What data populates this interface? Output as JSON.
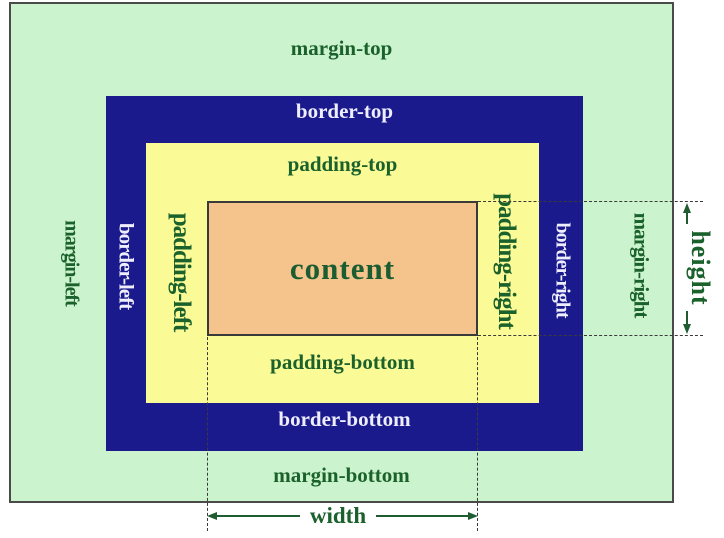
{
  "box_model": {
    "margin": {
      "color": "#cbf3cd",
      "top_label": "margin-top",
      "bottom_label": "margin-bottom",
      "left_label": "margin-left",
      "right_label": "margin-right"
    },
    "border": {
      "color": "#1a1a8c",
      "top_label": "border-top",
      "bottom_label": "border-bottom",
      "left_label": "border-left",
      "right_label": "border-right"
    },
    "padding": {
      "color": "#fafa96",
      "top_label": "padding-top",
      "bottom_label": "padding-bottom",
      "left_label": "padding-left",
      "right_label": "padding-right"
    },
    "content": {
      "color": "#f5c48c",
      "label": "content"
    }
  },
  "measurements": {
    "width_label": "width",
    "height_label": "height"
  },
  "colors": {
    "label_green": "#1b612c",
    "border_label_text": "#eeeeff",
    "dash_line": "#3a3a3a",
    "arrow": "#1f5c31",
    "outer_border": "#4a4a4a"
  }
}
